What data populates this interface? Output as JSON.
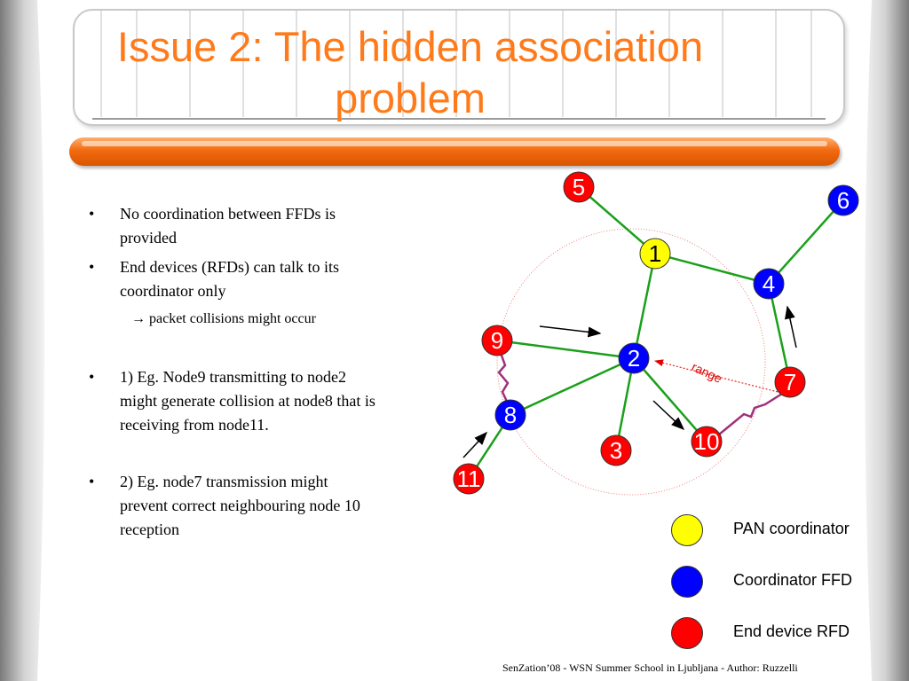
{
  "slide": {
    "title_line1": "Issue 2: The hidden association",
    "title_line2": "problem",
    "footer": "SenZation’08 - WSN Summer School in Ljubljana - Author: Ruzzelli"
  },
  "bullets": [
    {
      "bullet": "•",
      "line1": "No coordination between FFDs is",
      "line2": "provided"
    },
    {
      "bullet": "•",
      "line1": "End devices (RFDs) can talk to its",
      "line2": "coordinator only"
    },
    {
      "arrow": "→",
      "text": "packet collisions might occur"
    },
    {
      "bullet": "•",
      "line1": "1) Eg. Node9 transmitting to node2",
      "line2": "might generate collision at node8 that is",
      "line3": "receiving from node11."
    },
    {
      "bullet": "•",
      "line1": "2) Eg. node7 transmission might",
      "line2": "prevent correct neighbouring node 10",
      "line3": "reception"
    }
  ],
  "diagram": {
    "range_label": "range",
    "nodes": [
      {
        "id": "5",
        "type": "rfd"
      },
      {
        "id": "6",
        "type": "ffd"
      },
      {
        "id": "1",
        "type": "pan"
      },
      {
        "id": "4",
        "type": "ffd"
      },
      {
        "id": "9",
        "type": "rfd"
      },
      {
        "id": "2",
        "type": "ffd"
      },
      {
        "id": "7",
        "type": "rfd"
      },
      {
        "id": "8",
        "type": "ffd"
      },
      {
        "id": "10",
        "type": "rfd"
      },
      {
        "id": "3",
        "type": "rfd"
      },
      {
        "id": "11",
        "type": "rfd"
      }
    ],
    "links": [
      [
        "5",
        "1"
      ],
      [
        "1",
        "4"
      ],
      [
        "4",
        "6"
      ],
      [
        "1",
        "2"
      ],
      [
        "4",
        "7"
      ],
      [
        "9",
        "2"
      ],
      [
        "2",
        "8"
      ],
      [
        "2",
        "3"
      ],
      [
        "2",
        "10"
      ],
      [
        "8",
        "11"
      ]
    ]
  },
  "legend": [
    {
      "label": "PAN coordinator",
      "color": "#ffff00"
    },
    {
      "label": "Coordinator FFD",
      "color": "#0000ff"
    },
    {
      "label": "End device RFD",
      "color": "#ff0000"
    }
  ],
  "colors": {
    "accent": "#ff7a1a",
    "link": "#1aa01a",
    "interference": "#a0307a"
  }
}
